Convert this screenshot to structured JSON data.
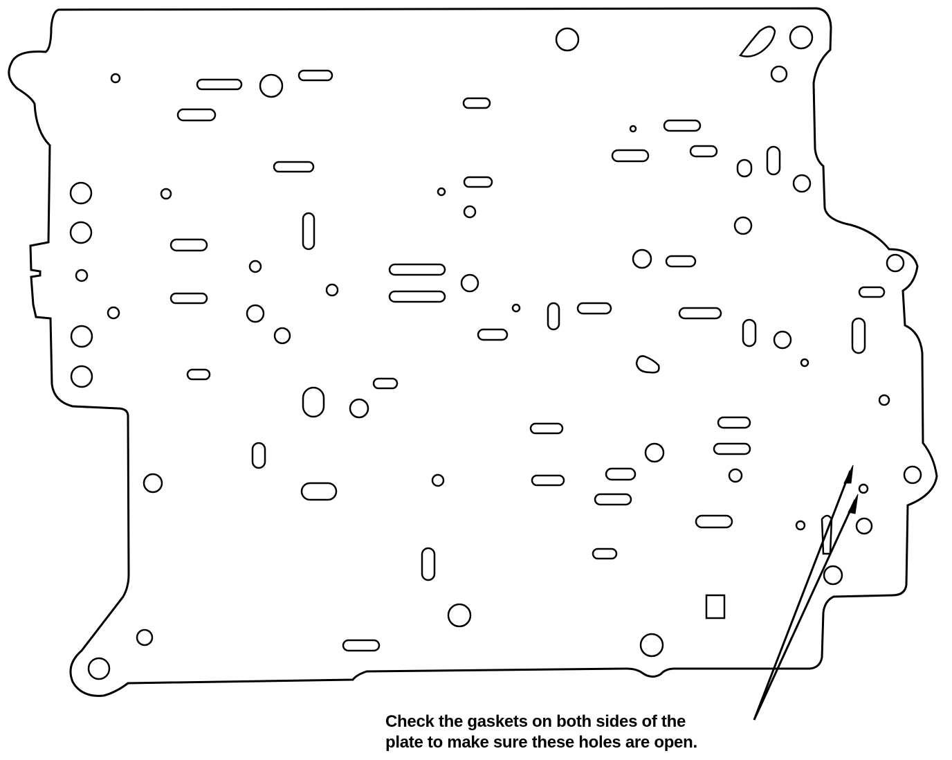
{
  "diagram": {
    "subject": "separator-plate",
    "callout": {
      "line1": "Check the gaskets on both sides of the",
      "line2": "plate to make sure these holes are open."
    },
    "colors": {
      "ink": "#000000",
      "background": "#ffffff"
    }
  }
}
